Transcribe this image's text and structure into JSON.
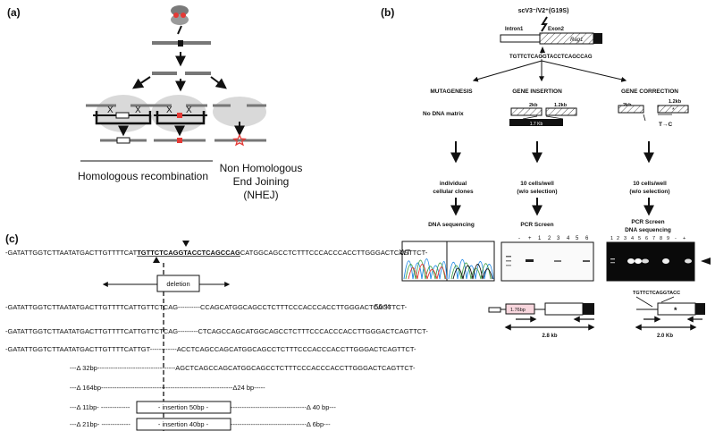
{
  "panel_a": {
    "label": "(a)",
    "caption_hr": "Homologous recombination",
    "caption_nhej": [
      "Non Homologous",
      "End Joining",
      "(NHEJ)"
    ],
    "cross_mark": "X"
  },
  "panel_b": {
    "label": "(b)",
    "top_title": "scV3⁻/V2⁺(G19S)",
    "intron_label": "Intron1",
    "exon_label": "Exon2",
    "gene_label": "Rag1",
    "sequence": "TGTTCTCAGGTACCTCAGCCAG",
    "cols": {
      "mutagenesis": {
        "heading": "MUTAGENESIS",
        "sub": "No DNA matrix",
        "step1": [
          "individual",
          "cellular clones"
        ],
        "step2": "DNA sequencing"
      },
      "insertion": {
        "heading": "GENE INSERTION",
        "arm_left": "2kb",
        "arm_right": "1.2kb",
        "insert_label": "1.7 Kb",
        "step1": [
          "10 cells/well",
          "(w/o selection)"
        ],
        "step2": "PCR Screen",
        "gel_lanes": [
          "-",
          "+",
          "1",
          "2",
          "3",
          "4",
          "5",
          "6"
        ],
        "map_box": "1.76bp",
        "map_size": "2.8 kb"
      },
      "correction": {
        "heading": "GENE CORRECTION",
        "arm_left": "2kb",
        "arm_right": "1.2kb",
        "mutation": "T→C",
        "step1": [
          "10 cells/well",
          "(w/o selection)"
        ],
        "step2": [
          "PCR Screen",
          "DNA sequencing"
        ],
        "gel_lanes": [
          "1",
          "2",
          "3",
          "4",
          "5",
          "6",
          "7",
          "8",
          "9",
          "-",
          "+"
        ],
        "map_seq": "TGTTCTCAGGTACC",
        "map_size": "2.0 Kb"
      }
    }
  },
  "panel_c": {
    "label": "(c)",
    "wt_prefix": "-GATATTGGTCTTAATATGACTTGTTTTCAT",
    "wt_site": "TGTTCTCAGGTACCTCAGCCAG",
    "wt_suffix": "CATGGCAGCCTCTTTCCCACCCACCTTGGGACTCAGTTCT-",
    "wt_tag": "WT",
    "deletion_box": "deletion",
    "rows": [
      {
        "text": "-GATATTGGTCTTAATATGACTTGTTTTCATTGTTCTCAG----------CCAGCATGGCAGCCTCTTTCCCACCCACCTTGGGACTCAGTTCT-",
        "tag": "50 %"
      },
      {
        "text": "-GATATTGGTCTTAATATGACTTGTTTTCATTGTTCTCAG---------CTCAGCCAGCATGGCAGCCTCTTTCCCACCCACCTTGGGACTCAGTTCT-",
        "tag": ""
      },
      {
        "text": "-GATATTGGTCTTAATATGACTTGTTTTCATTGT------------ACCTCAGCCAGCATGGCAGCCTCTTTCCCACCCACCTTGGGACTCAGTTCT-",
        "tag": ""
      },
      {
        "text": "---Δ 32bp-----------------------------------AGCTCAGCCAGCATGGCAGCCTCTTTCCCACCCACCTTGGGACTCAGTTCT-",
        "tag": ""
      }
    ],
    "del_164_left": "---Δ 164bp-----------------------------------------------------------Δ24 bp-----",
    "ins50_left": "---Δ 11bp- -------------",
    "ins50_box": "- insertion 50bp -",
    "ins50_right": "----------------------------------Δ 40 bp---",
    "ins40_left": "---Δ 21bp- -------------",
    "ins40_box": "- insertion 40bp -",
    "ins40_right": "----------------------------------Δ 6bp---"
  }
}
